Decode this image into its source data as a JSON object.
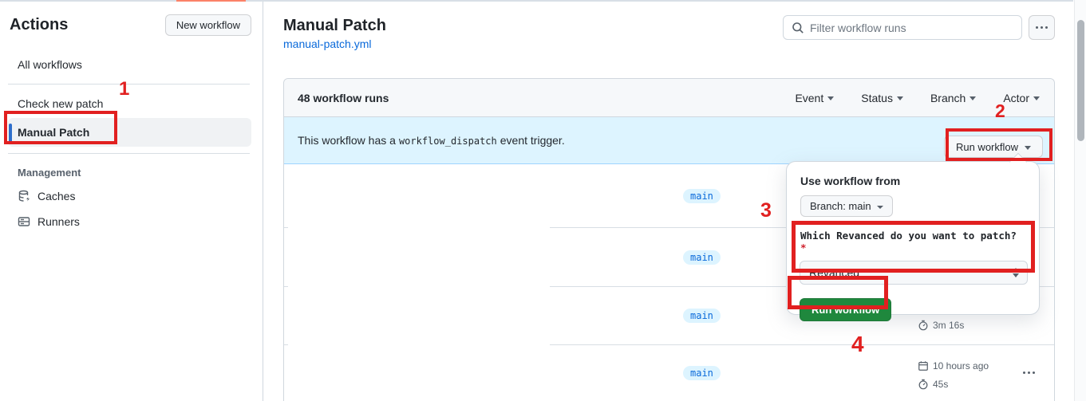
{
  "sidebar": {
    "title": "Actions",
    "new_workflow_button": "New workflow",
    "items": [
      {
        "label": "All workflows",
        "selected": false
      },
      {
        "label": "Check new patch",
        "selected": false
      },
      {
        "label": "Manual Patch",
        "selected": true
      }
    ],
    "management": {
      "label": "Management",
      "items": [
        {
          "label": "Caches",
          "icon": "database-icon"
        },
        {
          "label": "Runners",
          "icon": "server-icon"
        }
      ]
    }
  },
  "header": {
    "title": "Manual Patch",
    "workflow_file_link": "manual-patch.yml",
    "filter_placeholder": "Filter workflow runs",
    "more_button_icon": "kebab-icon"
  },
  "runs_table": {
    "count_label": "48 workflow runs",
    "filters": [
      {
        "label": "Event"
      },
      {
        "label": "Status"
      },
      {
        "label": "Branch"
      },
      {
        "label": "Actor"
      }
    ],
    "banner": {
      "text_before": "This workflow has a",
      "code": "workflow_dispatch",
      "text_after": "event trigger.",
      "run_workflow_button": "Run workflow"
    },
    "rows": [
      {
        "branch": "main"
      },
      {
        "branch": "main"
      },
      {
        "branch": "main",
        "duration": "3m 16s"
      },
      {
        "branch": "main",
        "time": "10 hours ago",
        "duration": "45s",
        "menu_icon": "kebab-icon"
      }
    ]
  },
  "run_panel": {
    "use_workflow_from": "Use workflow from",
    "branch_selector": "Branch: main",
    "input_label": "Which Revanced do you want to patch?",
    "required_mark": "*",
    "input_value": "Revanced",
    "run_button": "Run workflow"
  },
  "annotations": {
    "color": "#e12020",
    "labels": [
      "1",
      "2",
      "3",
      "4"
    ]
  },
  "colors": {
    "accent_blue": "#0969da",
    "banner_bg": "#ddf4ff",
    "green_button": "#1f883d",
    "border": "#d0d7de",
    "muted_text": "#57606a",
    "annotation_red": "#e12020",
    "top_accent": "#fb8268"
  }
}
